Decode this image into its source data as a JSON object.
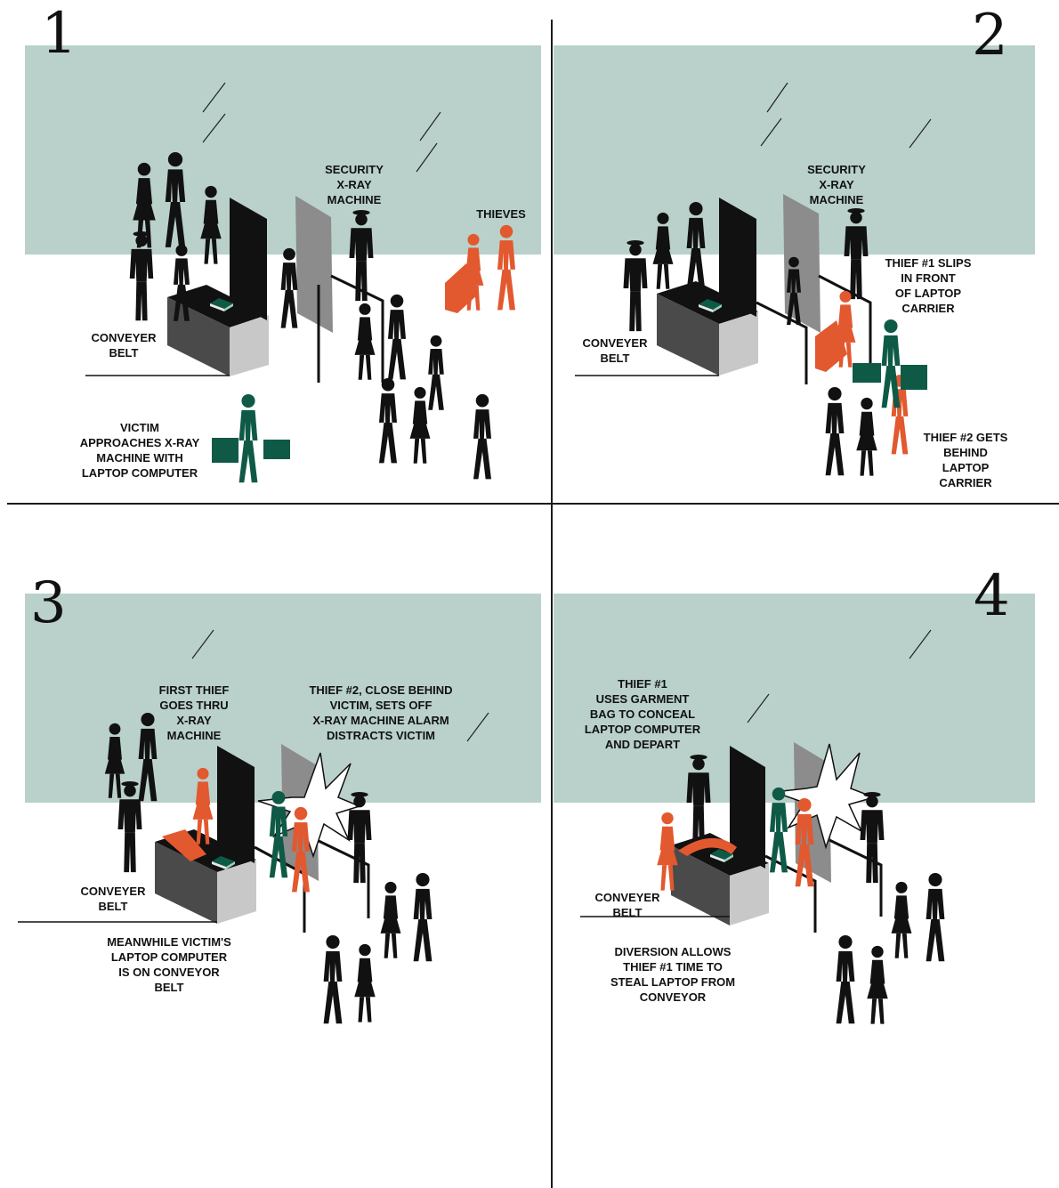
{
  "colors": {
    "background": "#ffffff",
    "window_band": "#b9d1ca",
    "bystander": "#111111",
    "thief": "#e2582f",
    "victim": "#0e5a46",
    "machine_dark": "#4a4a4a",
    "machine_light": "#c8c8c8",
    "machine_panel": "#8c8c8c"
  },
  "panels": [
    {
      "number": "1",
      "labels": {
        "security": "SECURITY\nX-RAY\nMACHINE",
        "thieves": "THIEVES",
        "conveyer": "CONVEYER\nBELT",
        "victim": "VICTIM\nAPPROACHES X-RAY\nMACHINE WITH\nLAPTOP COMPUTER"
      }
    },
    {
      "number": "2",
      "labels": {
        "security": "SECURITY\nX-RAY\nMACHINE",
        "thief1": "THIEF #1 SLIPS\nIN FRONT\nOF LAPTOP\nCARRIER",
        "conveyer": "CONVEYER\nBELT",
        "thief2": "THIEF #2 GETS\nBEHIND LAPTOP\nCARRIER"
      }
    },
    {
      "number": "3",
      "labels": {
        "first_thief": "FIRST THIEF\nGOES THRU\nX-RAY\nMACHINE",
        "thief2": "THIEF #2, CLOSE BEHIND\nVICTIM, SETS OFF\nX-RAY MACHINE ALARM\nDISTRACTS VICTIM",
        "conveyer": "CONVEYER\nBELT",
        "meanwhile": "MEANWHILE VICTIM'S\nLAPTOP COMPUTER\nIS ON CONVEYOR\nBELT"
      }
    },
    {
      "number": "4",
      "labels": {
        "thief1": "THIEF #1\nUSES GARMENT\nBAG TO CONCEAL\nLAPTOP COMPUTER\nAND DEPART",
        "conveyer": "CONVEYER\nBELT",
        "diversion": "DIVERSION ALLOWS\nTHIEF #1 TIME TO\nSTEAL LAPTOP FROM\nCONVEYOR"
      }
    }
  ]
}
